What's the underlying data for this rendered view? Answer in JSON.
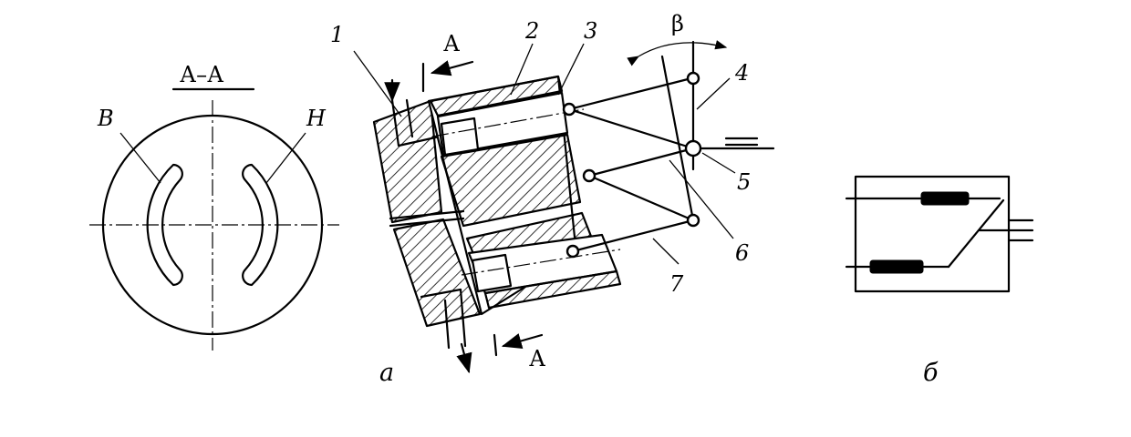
{
  "section_view": {
    "title": "А–А",
    "label_left": "В",
    "label_right": "Н"
  },
  "main_view": {
    "section_mark_top": "А",
    "section_mark_bottom": "А",
    "angle_label": "β",
    "part_labels": [
      "1",
      "2",
      "3",
      "4",
      "5",
      "6",
      "7"
    ],
    "caption": "а"
  },
  "symbol_view": {
    "caption": "б"
  }
}
